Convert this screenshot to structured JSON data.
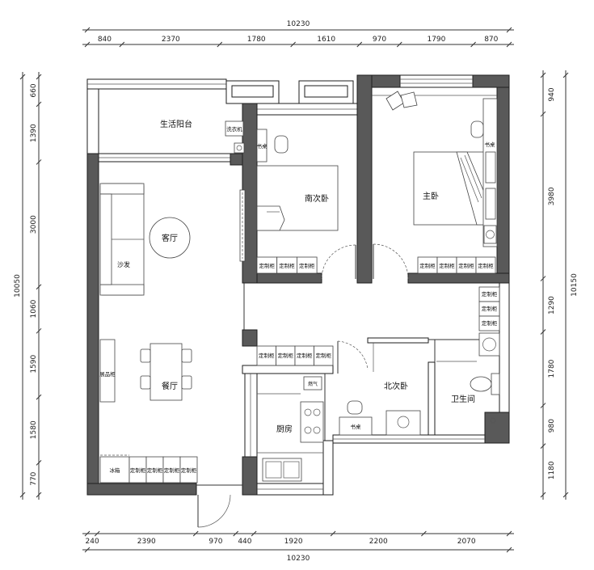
{
  "colors": {
    "wall": "#595959",
    "line": "#1e1e1e"
  },
  "dimensions": {
    "top": {
      "total": "10230",
      "segments": [
        "840",
        "2370",
        "1780",
        "1610",
        "970",
        "1790",
        "870"
      ]
    },
    "bottom": {
      "total": "10230",
      "segments": [
        "240",
        "2390",
        "970",
        "440",
        "1920",
        "2200",
        "2070"
      ]
    },
    "left": {
      "total": "10050",
      "segments": [
        "660",
        "1390",
        "3000",
        "1060",
        "1590",
        "1580",
        "770"
      ]
    },
    "right": {
      "total": "10150",
      "segments": [
        "940",
        "3980",
        "1290",
        "1780",
        "980",
        "1180"
      ]
    }
  },
  "rooms": {
    "balcony": "生活阳台",
    "living_room": "客厅",
    "dining_room": "餐厅",
    "kitchen": "厨房",
    "south_bedroom": "南次卧",
    "master_bedroom": "主卧",
    "north_bedroom": "北次卧",
    "bathroom": "卫生间"
  },
  "fixtures": {
    "washer": "洗衣机",
    "sofa": "沙发",
    "display_cabinet": "展品柜",
    "fridge": "冰箱",
    "gas": "燃气",
    "desk": "书桌",
    "custom_cabinet": "定制柜"
  }
}
